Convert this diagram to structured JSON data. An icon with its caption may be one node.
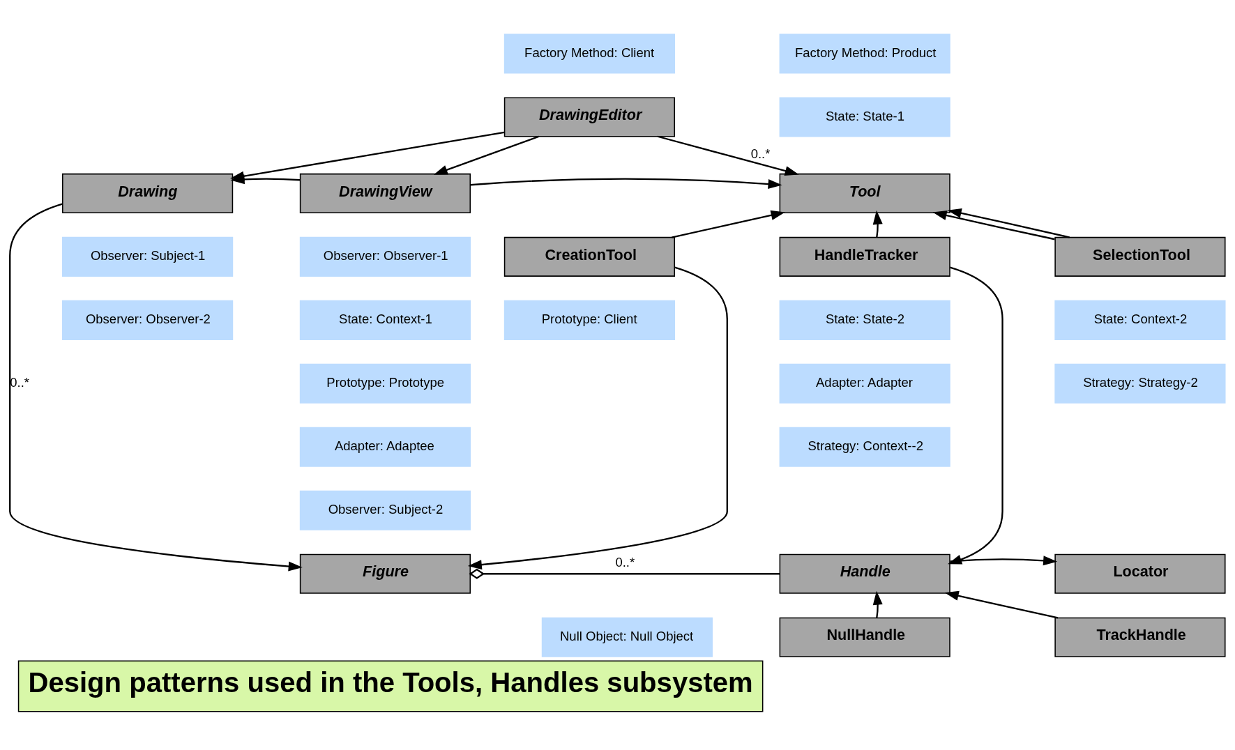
{
  "diagram": {
    "title": "Design patterns used in the Tools, Handles subsystem",
    "nodes": [
      {
        "text": [
          "Factory Method: Client"
        ]
      },
      {
        "text": [
          "DrawingEditor"
        ]
      },
      {
        "text": [
          "Factory Method: Product"
        ]
      },
      {
        "text": [
          "State: State-1"
        ]
      },
      {
        "text": [
          "Drawing"
        ]
      },
      {
        "text": [
          "DrawingView"
        ]
      },
      {
        "text": [
          "Tool"
        ]
      },
      {
        "text": [
          "Observer: Subject-1"
        ]
      },
      {
        "text": [
          "Observer: Observer-1"
        ]
      },
      {
        "text": [
          "Observer: Observer-2"
        ]
      },
      {
        "text": [
          "State: Context-1"
        ]
      },
      {
        "text": [
          "CreationTool"
        ]
      },
      {
        "text": [
          "HandleTracker"
        ]
      },
      {
        "text": [
          "SelectionTool"
        ]
      },
      {
        "text": [
          "Prototype: Client"
        ]
      },
      {
        "text": [
          "State: State-2"
        ]
      },
      {
        "text": [
          "State: Context-2"
        ]
      },
      {
        "text": [
          "Prototype: Prototype"
        ]
      },
      {
        "text": [
          "Adapter: Adaptee"
        ]
      },
      {
        "text": [
          "Adapter: Adapter"
        ]
      },
      {
        "text": [
          "Observer: Subject-2"
        ]
      },
      {
        "text": [
          "Strategy: Context--2"
        ]
      },
      {
        "text": [
          "Strategy: Strategy-2"
        ]
      },
      {
        "text": [
          "Figure"
        ]
      },
      {
        "text": [
          "Handle"
        ]
      },
      {
        "text": [
          "Locator"
        ]
      },
      {
        "text": [
          "Null Object: Null Object"
        ]
      },
      {
        "text": [
          "NullHandle"
        ]
      },
      {
        "text": [
          "TrackHandle"
        ]
      }
    ],
    "edges": [
      {
        "from": 1,
        "to": 4,
        "arrow": "to"
      },
      {
        "from": 1,
        "to": 5,
        "arrow": "to"
      },
      {
        "from": 1,
        "to": 6,
        "arrow": "to",
        "label": "0..*"
      },
      {
        "from": 5,
        "to": 4,
        "arrow": "to"
      },
      {
        "from": 5,
        "to": 6,
        "arrow": "to"
      },
      {
        "from": 13,
        "to": 6,
        "arrow": "to"
      },
      {
        "from": 11,
        "to": 6,
        "arrow": "to"
      },
      {
        "from": 12,
        "to": 6,
        "arrow": "to"
      },
      {
        "from": 13,
        "to": 6,
        "arrow": "to"
      },
      {
        "from": 11,
        "to": 23,
        "arrow": "to"
      },
      {
        "from": 12,
        "to": 24,
        "arrow": "to"
      },
      {
        "from": 4,
        "to": 23,
        "arrow": "to",
        "label": "0..*"
      },
      {
        "from": 23,
        "to": 24,
        "arrow": "other",
        "label": "0..*"
      },
      {
        "from": 24,
        "to": 25,
        "arrow": "to"
      },
      {
        "from": 27,
        "to": 24,
        "arrow": "to"
      },
      {
        "from": 28,
        "to": 24,
        "arrow": "to"
      }
    ]
  }
}
